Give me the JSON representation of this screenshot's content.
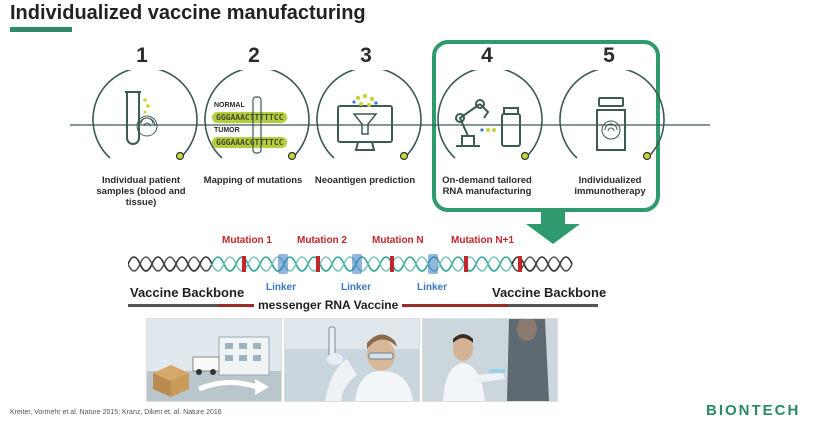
{
  "title": "Individualized vaccine manufacturing",
  "steps": [
    {
      "number": "1",
      "caption": "Individual patient samples (blood and tissue)",
      "icon": "test-tube-fingerprint-icon"
    },
    {
      "number": "2",
      "caption": "Mapping of mutations",
      "icon": "sequence-comparison-icon"
    },
    {
      "number": "3",
      "caption": "Neoantigen prediction",
      "icon": "monitor-funnel-icon"
    },
    {
      "number": "4",
      "caption": "On-demand tailored RNA manufacturing",
      "icon": "robot-arm-vial-icon"
    },
    {
      "number": "5",
      "caption": "Individualized immunotherapy",
      "icon": "vial-fingerprint-icon"
    }
  ],
  "sequence": {
    "normal_label": "NORMAL",
    "normal_seq": "GGGAAACTTTTTCC",
    "tumor_label": "TUMOR",
    "tumor_seq": "GGGAAACGTTTTCC"
  },
  "rna": {
    "mutations": [
      "Mutation 1",
      "Mutation 2",
      "Mutation N",
      "Mutation N+1"
    ],
    "linkers": [
      "Linker",
      "Linker",
      "Linker"
    ],
    "backbone_left": "Vaccine Backbone",
    "backbone_right": "Vaccine Backbone",
    "vaccine_label": "messenger RNA Vaccine"
  },
  "photos": [
    "logistics-illustration",
    "lab-technician-illustration",
    "doctor-patient-illustration"
  ],
  "footnote": "Kreiter, Vormehr et al. Nature 2015; Kranz, Diken  et. al. Nature 2016",
  "logo": "BIONTECH",
  "colors": {
    "accent": "#2e9a6e",
    "mutation": "#c0262b",
    "linker": "#3a78c4",
    "highlight": "#c9d33a"
  }
}
